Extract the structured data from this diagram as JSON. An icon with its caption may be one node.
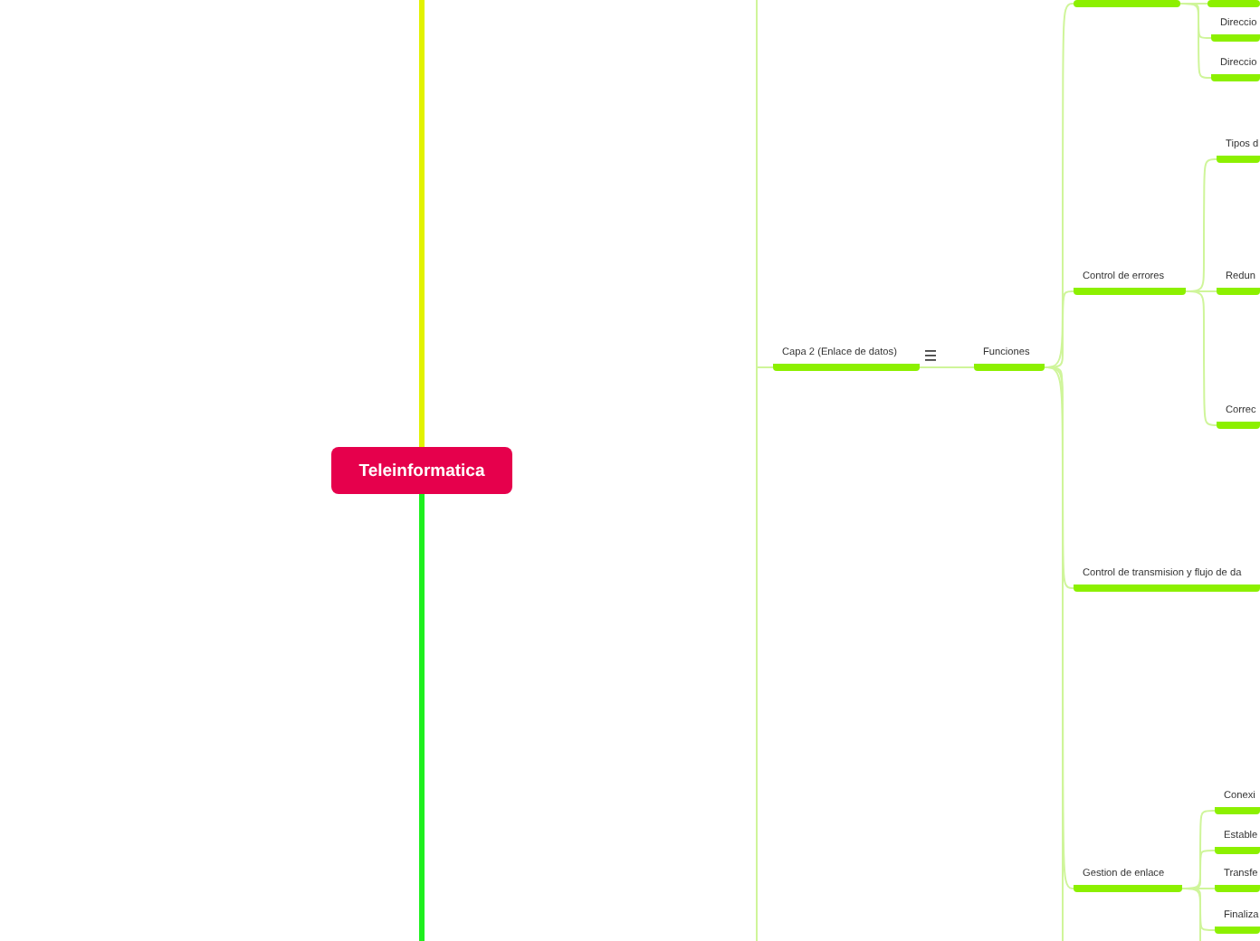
{
  "diagram": {
    "nodes": [
      {
        "text": [
          "Teleinformatica"
        ]
      },
      {
        "text": [
          "Capa 2 (Enlace de datos)"
        ]
      },
      {
        "text": [
          "Funciones"
        ]
      },
      {
        "text": [],
        "shape": "bar"
      },
      {
        "text": [
          "Control de errores"
        ]
      },
      {
        "text": [
          "Control de transmision y flujo de da"
        ]
      },
      {
        "text": [
          "Gestion de enlace"
        ]
      },
      {
        "text": [],
        "shape": "bar"
      },
      {
        "text": [
          "Direccio"
        ]
      },
      {
        "text": [
          "Direccio"
        ]
      },
      {
        "text": [
          "Tipos d"
        ]
      },
      {
        "text": [
          "Redun"
        ]
      },
      {
        "text": [
          "Correc"
        ]
      },
      {
        "text": [
          "Conexi"
        ]
      },
      {
        "text": [
          "Estable"
        ]
      },
      {
        "text": [
          "Transfe"
        ]
      },
      {
        "text": [
          "Finaliza"
        ]
      }
    ],
    "edges": [
      {
        "from": 0,
        "to": null,
        "arrow": "none",
        "style": "thick",
        "color": "#e2f200"
      },
      {
        "from": 0,
        "to": null,
        "arrow": "none",
        "style": "thick",
        "color": "#1ef01e"
      },
      {
        "from": null,
        "to": 1,
        "arrow": "none"
      },
      {
        "from": 1,
        "to": 2,
        "arrow": "none"
      },
      {
        "from": 2,
        "to": 3,
        "arrow": "none"
      },
      {
        "from": 2,
        "to": 4,
        "arrow": "none"
      },
      {
        "from": 2,
        "to": 5,
        "arrow": "none"
      },
      {
        "from": 2,
        "to": 6,
        "arrow": "none"
      },
      {
        "from": 2,
        "to": null,
        "arrow": "none"
      },
      {
        "from": 3,
        "to": 7,
        "arrow": "none"
      },
      {
        "from": 3,
        "to": 8,
        "arrow": "none"
      },
      {
        "from": 3,
        "to": 9,
        "arrow": "none"
      },
      {
        "from": 4,
        "to": 10,
        "arrow": "none"
      },
      {
        "from": 4,
        "to": 11,
        "arrow": "none"
      },
      {
        "from": 4,
        "to": 12,
        "arrow": "none"
      },
      {
        "from": 6,
        "to": 13,
        "arrow": "none"
      },
      {
        "from": 6,
        "to": 14,
        "arrow": "none"
      },
      {
        "from": 6,
        "to": 15,
        "arrow": "none"
      },
      {
        "from": 6,
        "to": 16,
        "arrow": "none"
      },
      {
        "from": 6,
        "to": null,
        "arrow": "none"
      }
    ]
  }
}
